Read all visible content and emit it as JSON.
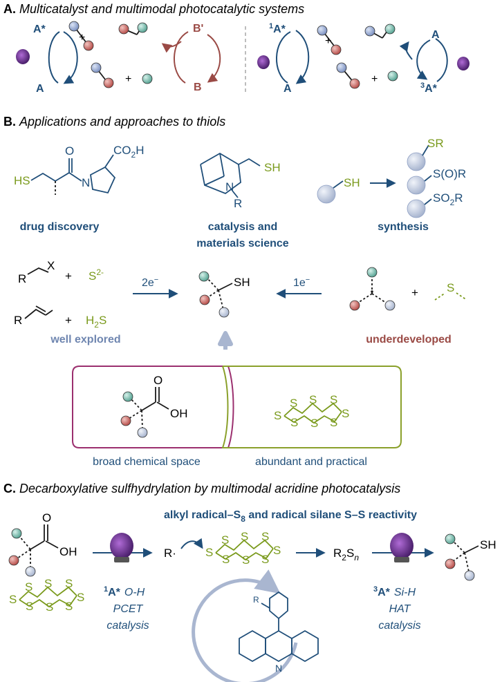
{
  "sectionA": {
    "letter": "A.",
    "title": "Multicatalyst and multimodal photocatalytic systems",
    "left": {
      "A_star": "A*",
      "A": "A",
      "B_prime": "B'",
      "B": "B",
      "plus1": "+",
      "plus2": "+"
    },
    "right": {
      "sup1": "1",
      "A1_star": "A*",
      "A1": "A",
      "A2": "A",
      "sup3": "3",
      "A3_star": "A*",
      "plus1": "+",
      "plus2": "+"
    }
  },
  "sectionB": {
    "letter": "B.",
    "title": "Applications and approaches to thiols",
    "drug": {
      "hs": "HS",
      "o": "O",
      "co2h": "CO",
      "co2h_sub": "2",
      "co2h_end": "H",
      "n": "N",
      "label": "drug discovery"
    },
    "catalysis": {
      "sh": "SH",
      "n": "N",
      "r": "R",
      "label1": "catalysis and",
      "label2": "materials science"
    },
    "synthesis": {
      "sh": "SH",
      "sr": "SR",
      "sor": "S(O)R",
      "so2r_1": "SO",
      "so2r_sub": "2",
      "so2r_2": "R",
      "label": "synthesis"
    },
    "routes": {
      "r": "R",
      "x": "X",
      "plus1": "+",
      "s2": "S",
      "s2_sup": "2-",
      "r2": "R",
      "plus2": "+",
      "h2s_1": "H",
      "h2s_sub": "2",
      "h2s_2": "S",
      "two_e": "2e",
      "two_e_sup": "−",
      "one_e": "1e",
      "one_e_sup": "−",
      "sh": "SH",
      "plus3": "+",
      "s": "S",
      "well": "well explored",
      "under": "underdeveloped"
    },
    "boxes": {
      "o": "O",
      "oh": "OH",
      "s8": [
        "S",
        "S",
        "S",
        "S",
        "S",
        "S",
        "S",
        "S"
      ],
      "broad": "broad chemical space",
      "abundant": "abundant and practical"
    }
  },
  "sectionC": {
    "letter": "C.",
    "title": "Decarboxylative sulfhydrylation by multimodal acridine photocatalysis",
    "subtitle_1": "alkyl radical–S",
    "subtitle_sub": "8",
    "subtitle_2": " and radical silane S–S reactivity",
    "o": "O",
    "oh": "OH",
    "r_dot": "R·",
    "r2sn_1": "R",
    "r2sn_sub": "2",
    "r2sn_2": "S",
    "r2sn_n": "n",
    "sh": "SH",
    "s8": [
      "S",
      "S",
      "S",
      "S",
      "S",
      "S",
      "S",
      "S"
    ],
    "left_cat": {
      "sup": "1",
      "name": "A*",
      "mode": "O-H",
      "l2": "PCET",
      "l3": "catalysis"
    },
    "right_cat": {
      "sup": "3",
      "name": "A*",
      "mode": "Si-H",
      "l2": "HAT",
      "l3": "catalysis"
    },
    "acridine": {
      "r": "R",
      "n": "N"
    }
  },
  "colors": {
    "blue": "#1f4e79",
    "green": "#7a9a1c",
    "brown": "#9a4a45",
    "light_blue": "#6f86b0",
    "purple": "#9b2f6e",
    "olive": "#8aa02a",
    "gray": "#a9b6d0"
  }
}
